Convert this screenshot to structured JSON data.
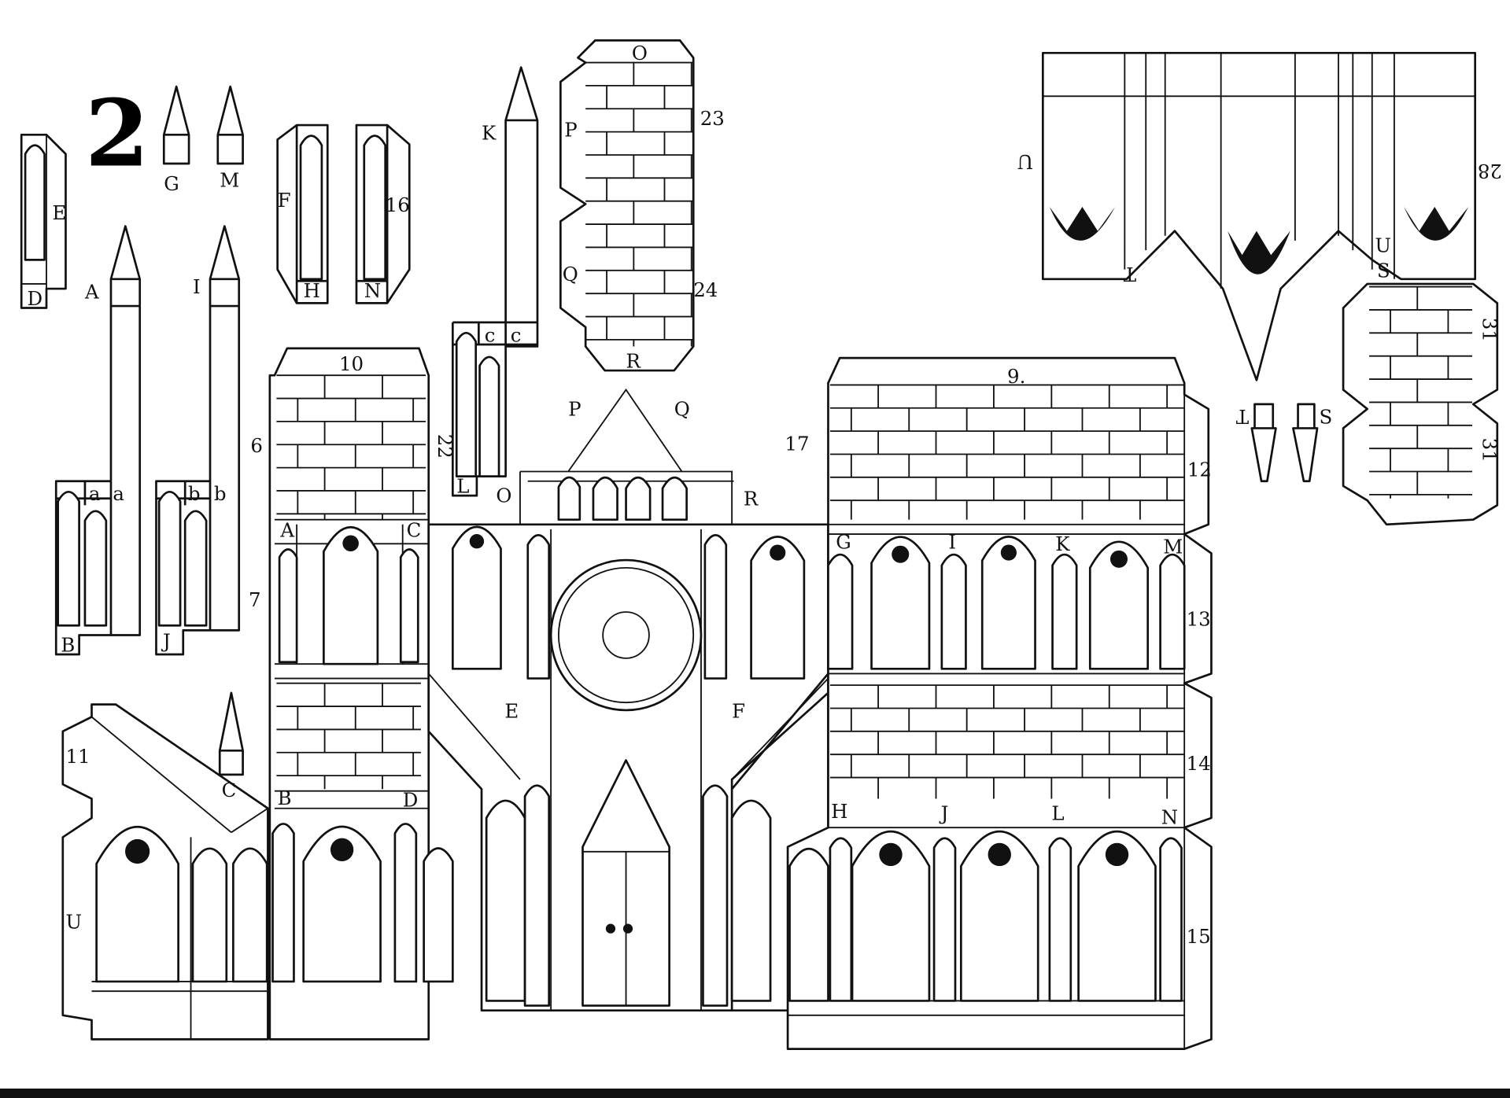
{
  "sheet_number": "2",
  "labels": {
    "E_top": "E",
    "D_top": "D",
    "G": "G",
    "M": "M",
    "F_top": "F",
    "n16": "16",
    "H_top": "H",
    "N_top": "N",
    "A_col": "A",
    "I_col": "I",
    "a1": "a",
    "a2": "a",
    "b1": "b",
    "b2": "b",
    "B_col": "B",
    "J_col": "J",
    "K_col": "K",
    "c1": "c",
    "c2": "c",
    "L_col": "L",
    "O_top": "O",
    "P_side": "P",
    "Q_side": "Q",
    "n23": "23",
    "n24": "24",
    "R_bottom": "R",
    "n10": "10",
    "n6": "6",
    "n22": "22",
    "n7": "7",
    "A_tower": "A",
    "C_tower": "C",
    "n11": "11",
    "C_spire": "C",
    "B_tower": "B",
    "D_tower": "D",
    "U_wing": "U",
    "O_facade": "O",
    "P_facade": "P",
    "Q_facade": "Q",
    "R_facade": "R",
    "E_facade": "E",
    "F_facade": "F",
    "n9": "9.",
    "n17": "17",
    "n12": "12",
    "G_block": "G",
    "I_block": "I",
    "K_block": "K",
    "M_block": "M",
    "n13": "13",
    "n14": "14",
    "H_block": "H",
    "J_block": "J",
    "L_block": "L",
    "N_block": "N",
    "n15": "15",
    "U_gallery": "U",
    "n28": "28",
    "T_gallery": "T",
    "U2_gallery": "U",
    "S_gallery": "S",
    "T_spire": "T",
    "S_spire": "S",
    "n31a": "31",
    "n31b": "31"
  }
}
